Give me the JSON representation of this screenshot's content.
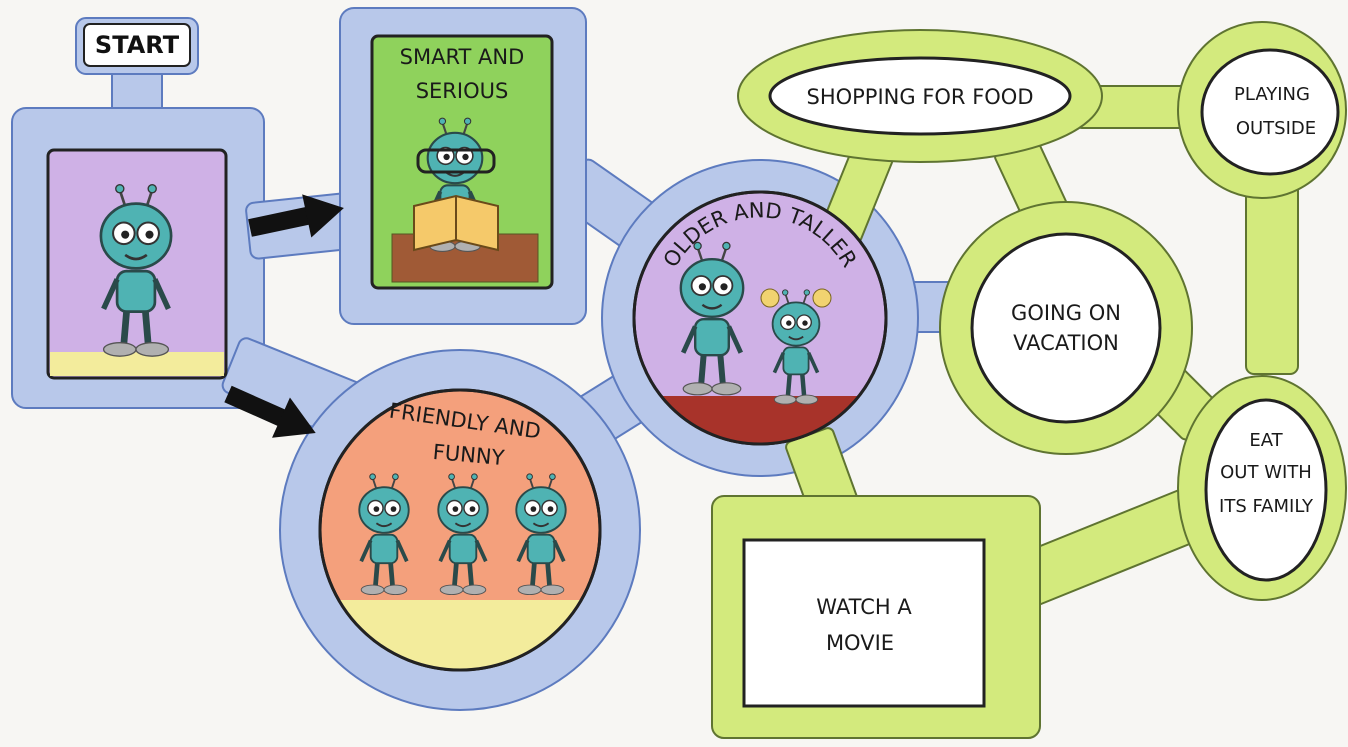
{
  "diagram": {
    "start_label": "START",
    "smart": {
      "line1": "SMART AND",
      "line2": "SERIOUS"
    },
    "friendly": {
      "line1": "FRIENDLY AND",
      "line2": "FUNNY"
    },
    "older": {
      "label": "OLDER AND TALLER"
    },
    "shopping": {
      "label": "SHOPPING FOR FOOD"
    },
    "playing": {
      "line1": "PLAYING",
      "line2": "OUTSIDE"
    },
    "vacation": {
      "line1": "GOING ON",
      "line2": "VACATION"
    },
    "eat": {
      "line1": "EAT",
      "line2": "OUT WITH",
      "line3": "ITS FAMILY"
    },
    "movie": {
      "line1": "WATCH A",
      "line2": "MOVIE"
    }
  },
  "colors": {
    "blue_track": "#b8c8ea",
    "blue_edge": "#5d7bbf",
    "green_track": "#d3ea7d",
    "green_edge": "#5f7431",
    "robot": "#4fb3b3",
    "purple_bg": "#cfb1e6",
    "green_bg": "#8fd25c",
    "orange_bg": "#f4a07c"
  }
}
